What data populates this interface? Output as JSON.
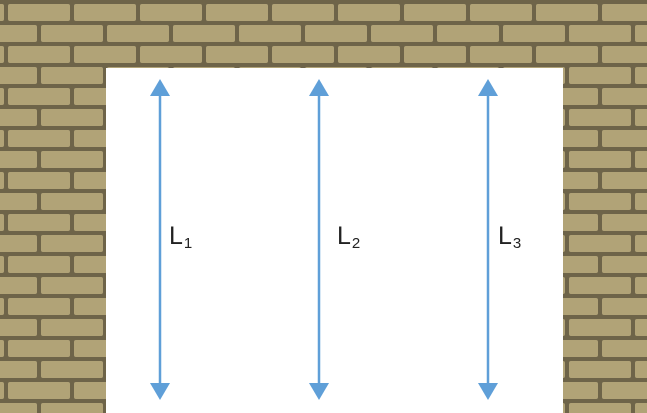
{
  "scene": {
    "wall_color": "#b1a377",
    "mortar_color": "#6e6449",
    "opening_color": "#ffffff",
    "arrow_color": "#5f9fd8"
  },
  "lengths": [
    {
      "symbol": "L",
      "subscript": "1"
    },
    {
      "symbol": "L",
      "subscript": "2"
    },
    {
      "symbol": "L",
      "subscript": "3"
    }
  ]
}
